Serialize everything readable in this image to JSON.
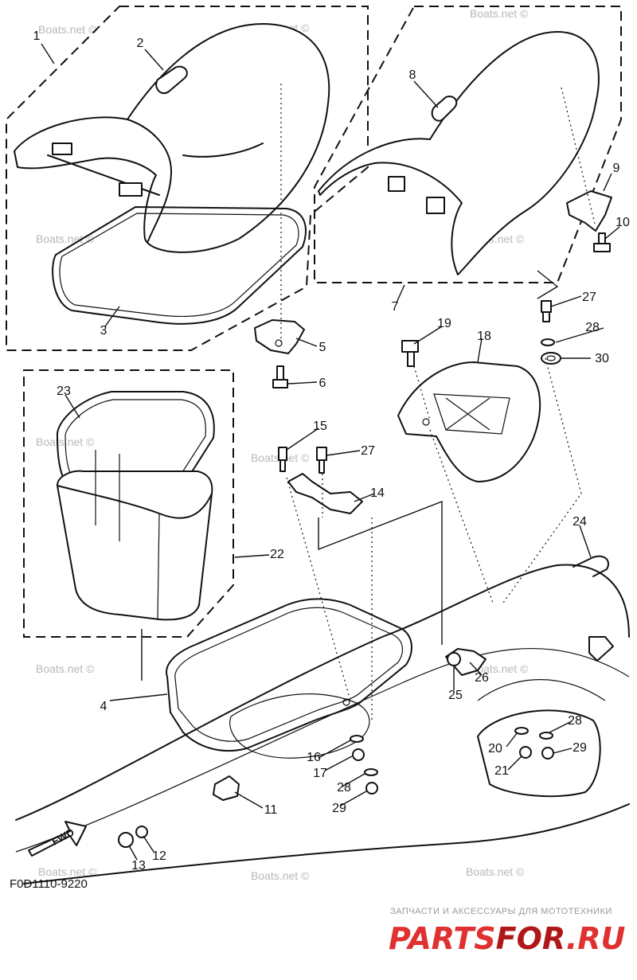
{
  "callouts": [
    {
      "id": "1",
      "label": "1"
    },
    {
      "id": "2",
      "label": "2"
    },
    {
      "id": "3",
      "label": "3"
    },
    {
      "id": "4",
      "label": "4"
    },
    {
      "id": "5",
      "label": "5"
    },
    {
      "id": "6",
      "label": "6"
    },
    {
      "id": "7",
      "label": "7"
    },
    {
      "id": "8",
      "label": "8"
    },
    {
      "id": "9",
      "label": "9"
    },
    {
      "id": "10",
      "label": "10"
    },
    {
      "id": "11",
      "label": "11"
    },
    {
      "id": "12",
      "label": "12"
    },
    {
      "id": "13",
      "label": "13"
    },
    {
      "id": "14",
      "label": "14"
    },
    {
      "id": "15",
      "label": "15"
    },
    {
      "id": "16",
      "label": "16"
    },
    {
      "id": "17",
      "label": "17"
    },
    {
      "id": "18",
      "label": "18"
    },
    {
      "id": "19",
      "label": "19"
    },
    {
      "id": "20",
      "label": "20"
    },
    {
      "id": "21",
      "label": "21"
    },
    {
      "id": "22",
      "label": "22"
    },
    {
      "id": "23",
      "label": "23"
    },
    {
      "id": "24",
      "label": "24"
    },
    {
      "id": "25",
      "label": "25"
    },
    {
      "id": "26",
      "label": "26"
    },
    {
      "id": "27a",
      "label": "27"
    },
    {
      "id": "27b",
      "label": "27"
    },
    {
      "id": "28a",
      "label": "28"
    },
    {
      "id": "28b",
      "label": "28"
    },
    {
      "id": "28c",
      "label": "28"
    },
    {
      "id": "29a",
      "label": "29"
    },
    {
      "id": "29b",
      "label": "29"
    },
    {
      "id": "30",
      "label": "30"
    }
  ],
  "diagram_code": "F0D1110-9220",
  "fwd_label": "FWD",
  "watermark": "Boats.net ©",
  "footer": {
    "tagline": "ЗАПЧАСТИ И АКСЕССУАРЫ ДЛЯ МОТОТЕХНИКИ",
    "brand_part1": "PARTS",
    "brand_part2": "FOR",
    "brand_part3": ".RU",
    "brand_color": "#e03030",
    "brand_color_dark": "#b01818"
  }
}
